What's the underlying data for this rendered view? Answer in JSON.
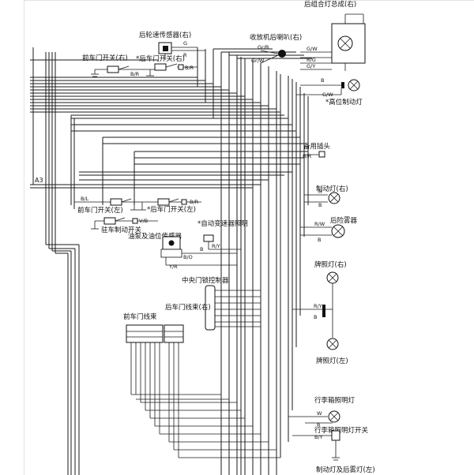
{
  "section_label": "A3",
  "components": {
    "rear_wheel_sensor": "后轮速传感器(右)",
    "radio_speaker": "收放机后喇叭(右)",
    "rear_combo_lamp": "后组合灯总成(右)",
    "high_brake_lamp": "*高位制动灯",
    "front_door_switch_r": "前车门开关(右)",
    "rear_door_switch_r": "*后车门开关(右)",
    "spare_connector": "备用插头",
    "brake_lamp_r": "制动灯(右)",
    "rear_fog_lamp": "后险雾器",
    "front_door_switch_l": "前车门开关(左)",
    "rear_door_switch_l": "*后车门开关(左)",
    "parking_brake_switch": "驻车制动开关",
    "fuel_pump_sensor": "油泵及油位传感器",
    "auto_mirror_light": "*自动变速器照明",
    "license_lamp_r": "牌照灯(右)",
    "license_lamp_l": "牌照灯(左)",
    "central_lock_ctrl": "中央门锁控制器",
    "front_door_harness": "前车门线束",
    "rear_door_harness_r": "后车门线束(右)",
    "trunk_light": "行李箱照明灯",
    "trunk_light_switch": "行李箱照明灯开关",
    "brake_fog_lamp_l": "制动灯及后雾灯(左)"
  },
  "wire_tags": {
    "g": "G",
    "gr_b": "Gr/B",
    "gr_w": "Gr/W",
    "r": "R",
    "b": "B",
    "g_w": "G/W",
    "r_g": "R/G",
    "g_y": "G/Y",
    "b_r": "B/R",
    "b_l": "B/L",
    "v_b": "V/B",
    "r_w": "R/W",
    "r_y": "R/Y",
    "b_o": "B/O",
    "y_r": "Y/R",
    "w": "W",
    "b_y": "B/Y"
  }
}
